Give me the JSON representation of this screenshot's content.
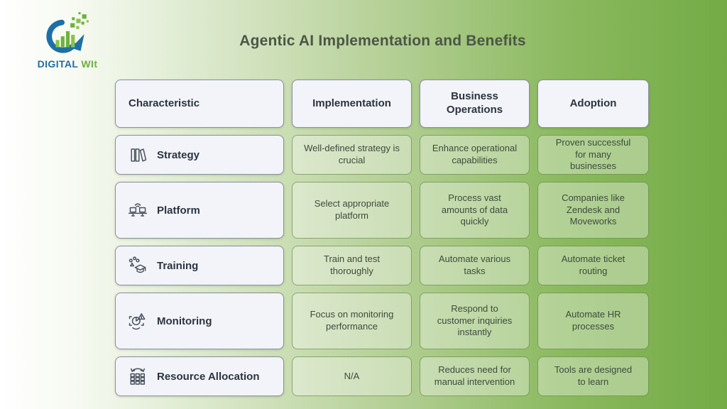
{
  "brand": {
    "name_primary": "DIGITAL",
    "name_secondary": "WIt"
  },
  "title": "Agentic AI Implementation and Benefits",
  "table": {
    "headers": [
      "Characteristic",
      "Implementation",
      "Business Operations",
      "Adoption"
    ],
    "rows": [
      {
        "icon": "books-icon",
        "characteristic": "Strategy",
        "implementation": "Well-defined strategy is crucial",
        "business_operations": "Enhance operational capabilities",
        "adoption": "Proven successful for many businesses"
      },
      {
        "icon": "monitors-icon",
        "characteristic": "Platform",
        "implementation": "Select appropriate platform",
        "business_operations": "Process vast amounts of data quickly",
        "adoption": "Companies like Zendesk and Moveworks"
      },
      {
        "icon": "graduation-cap-icon",
        "characteristic": "Training",
        "implementation": "Train and test thoroughly",
        "business_operations": "Automate various tasks",
        "adoption": "Automate ticket routing"
      },
      {
        "icon": "alert-monitor-icon",
        "characteristic": "Monitoring",
        "implementation": "Focus on monitoring performance",
        "business_operations": "Respond to customer inquiries instantly",
        "adoption": "Automate HR processes"
      },
      {
        "icon": "allocation-grid-icon",
        "characteristic": "Resource Allocation",
        "implementation": "N/A",
        "business_operations": "Reduces need for manual intervention",
        "adoption": "Tools are designed to learn"
      }
    ]
  },
  "colors": {
    "background_green": "#74ab46",
    "brand_blue": "#1e6fa8",
    "brand_green": "#6cb23e",
    "header_cell_bg": "#f2f4f9",
    "header_cell_border": "#8a909c",
    "data_cell_border": "#497027",
    "title_text": "#4b5646",
    "body_text": "#3d4b3c"
  }
}
